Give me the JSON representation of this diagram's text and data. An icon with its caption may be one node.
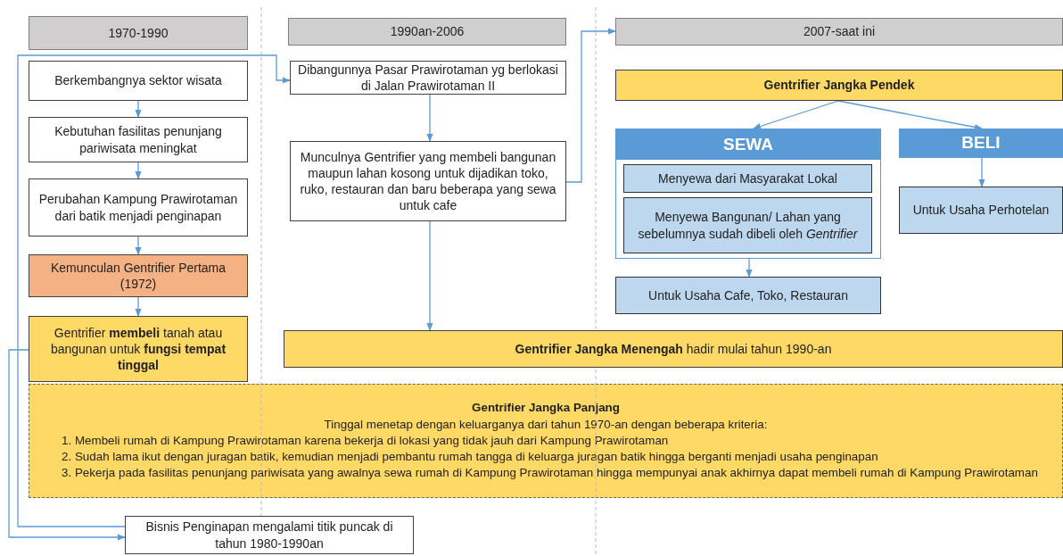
{
  "diagram": {
    "nodes": [
      {
        "text": [
          "1970-1990"
        ]
      },
      {
        "text": [
          "Berkembangnya sektor wisata"
        ]
      },
      {
        "text": [
          "Kebutuhan fasilitas penunjang pariwisata meningkat"
        ]
      },
      {
        "text": [
          "Perubahan Kampung Prawirotaman dari batik menjadi penginapan"
        ]
      },
      {
        "text": [
          "Kemunculan Gentrifier Pertama (1972)"
        ]
      },
      {
        "text": [
          "Gentrifier **membeli** tanah atau bangunan untuk **fungsi tempat tinggal**"
        ]
      },
      {
        "text": [
          "1990an-2006"
        ]
      },
      {
        "text": [
          "Dibangunnya Pasar Prawirotaman yg berlokasi di Jalan Prawirotaman II"
        ]
      },
      {
        "text": [
          "Munculnya Gentrifier yang membeli bangunan maupun lahan kosong untuk dijadikan toko, ruko, restauran dan baru beberapa yang sewa untuk cafe"
        ]
      },
      {
        "text": [
          "2007-saat ini"
        ]
      },
      {
        "text": [
          "Gentrifier Jangka Pendek"
        ]
      },
      {
        "text": [
          "SEWA"
        ]
      },
      {
        "text": [
          "Menyewa dari Masyarakat Lokal"
        ],
        "in": 11
      },
      {
        "text": [
          "Menyewa Bangunan/ Lahan yang sebelumnya sudah dibeli oleh *Gentrifier*"
        ],
        "in": 11
      },
      {
        "text": [
          "BELI"
        ]
      },
      {
        "text": [
          "Untuk Usaha Perhotelan"
        ]
      },
      {
        "text": [
          "Untuk Usaha Cafe, Toko, Restauran"
        ]
      },
      {
        "text": [
          "**Gentrifier Jangka Menengah** hadir  mulai tahun 1990-an"
        ]
      },
      {
        "text": [
          "Gentrifier Jangka Panjang",
          "Tinggal menetap dengan keluarganya dari tahun 1970-an dengan beberapa kriteria:",
          "1. Membeli rumah di Kampung Prawirotaman karena bekerja di lokasi yang tidak jauh dari Kampung Prawirotaman",
          "2. Sudah lama ikut dengan juragan batik, kemudian menjadi pembantu rumah tangga di keluarga juragan batik hingga berganti menjadi usaha penginapan",
          "3. Pekerja pada fasilitas penunjang pariwisata yang awalnya sewa rumah di Kampung Prawirotaman hingga mempunyai anak akhirnya dapat membeli rumah di Kampung Prawirotaman"
        ]
      },
      {
        "text": [
          "Bisnis Penginapan mengalami titik puncak di tahun 1980-1990an"
        ]
      }
    ],
    "edges": [
      {
        "from": 1,
        "to": 2,
        "arrow": "to"
      },
      {
        "from": 2,
        "to": 3,
        "arrow": "to"
      },
      {
        "from": 3,
        "to": 4,
        "arrow": "to"
      },
      {
        "from": 4,
        "to": 5,
        "arrow": "to"
      },
      {
        "from": 5,
        "to": 19,
        "arrow": "to"
      },
      {
        "from": 19,
        "to": 7,
        "arrow": "to"
      },
      {
        "from": 7,
        "to": 8,
        "arrow": "to"
      },
      {
        "from": 8,
        "to": 17,
        "arrow": "to"
      },
      {
        "from": 8,
        "to": 9,
        "arrow": "to"
      },
      {
        "from": 10,
        "to": 11,
        "arrow": "to"
      },
      {
        "from": 10,
        "to": 14,
        "arrow": "to"
      },
      {
        "from": 14,
        "to": 15,
        "arrow": "to"
      },
      {
        "from": 11,
        "to": 16,
        "arrow": "to"
      }
    ]
  }
}
